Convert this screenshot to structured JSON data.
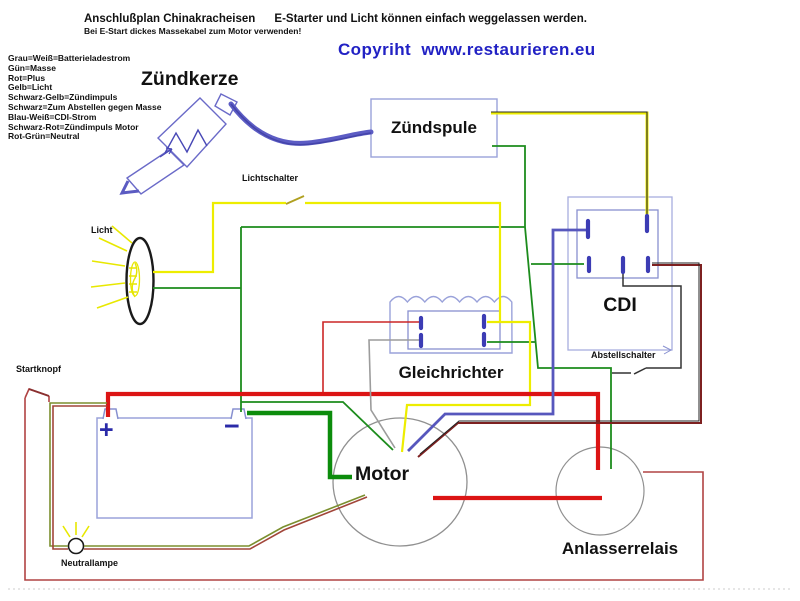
{
  "header": {
    "title": "Anschlußplan Chinakracheisen      E-Starter und Licht können einfach weggelassen werden.",
    "subtitle": "Bei E-Start dickes Massekabel zum Motor verwenden!",
    "copyright": "Copyriht  www.restaurieren.eu"
  },
  "legend": {
    "lines": [
      "Grau=Weiß=Batterieladestrom",
      "Gün=Masse",
      "Rot=Plus",
      "Gelb=Licht",
      "Schwarz-Gelb=Zündimpuls",
      "Schwarz=Zum Abstellen gegen Masse",
      "Blau-Weiß=CDI-Strom",
      "Schwarz-Rot=Zündimpuls Motor",
      "Rot-Grün=Neutral"
    ]
  },
  "components": {
    "zuendkerze": {
      "label": "Zündkerze"
    },
    "zuendspule": {
      "label": "Zündspule"
    },
    "cdi": {
      "label": "CDI"
    },
    "gleichrichter": {
      "label": "Gleichrichter"
    },
    "motor": {
      "label": "Motor"
    },
    "anlasserrelais": {
      "label": "Anlasserrelais"
    },
    "batterie": {
      "plus": "+",
      "minus": "−"
    },
    "licht": {
      "label": "Licht"
    },
    "lichtschalter": {
      "label": "Lichtschalter"
    },
    "startknopf": {
      "label": "Startknopf"
    },
    "neutrallampe": {
      "label": "Neutrallampe"
    },
    "abstellschalter": {
      "label": "Abstellschalter"
    }
  },
  "wire_colors": {
    "masse_gruen": "#1d8c1d",
    "masse_dick_gruen": "#0c8c0c",
    "licht_gelb": "#eded00",
    "plus_rot": "#dc1414",
    "ladestrom_rot": "#cc2626",
    "starter_schleife_rot": "#b04343",
    "cdi_blau": "#5757bd",
    "schwarz_rot": "#7d2020",
    "abstell_schwarz": "#333333",
    "ladestrom_grau": "#9c9c9c",
    "neutral_gruen": "#7b8f2e",
    "neutral_rot": "#a2463a",
    "box_blau": "#9aa2da",
    "pin_blau": "#3c3cb4"
  }
}
